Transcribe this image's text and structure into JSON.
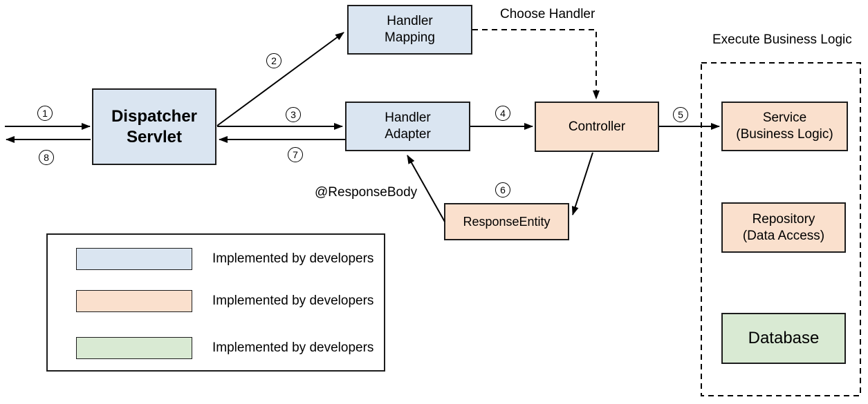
{
  "nodes": {
    "dispatcher_servlet": "Dispatcher\nServlet",
    "handler_mapping": "Handler\nMapping",
    "handler_adapter": "Handler\nAdapter",
    "controller": "Controller",
    "response_entity": "ResponseEntity",
    "service": "Service\n(Business Logic)",
    "repository": "Repository\n(Data Access)",
    "database": "Database"
  },
  "annotations": {
    "choose_handler": "Choose Handler",
    "response_body": "@ResponseBody",
    "execute_business_logic": "Execute Business Logic"
  },
  "steps": [
    "1",
    "2",
    "3",
    "4",
    "5",
    "6",
    "7",
    "8"
  ],
  "legend": {
    "items": [
      {
        "color": "#dae5f1",
        "label": "Implemented by developers"
      },
      {
        "color": "#fae0cd",
        "label": "Implemented by developers"
      },
      {
        "color": "#d9ead3",
        "label": "Implemented by developers"
      }
    ]
  },
  "colors": {
    "blue": "#dae5f1",
    "orange": "#fae0cd",
    "green": "#d9ead3",
    "line": "#000000"
  }
}
